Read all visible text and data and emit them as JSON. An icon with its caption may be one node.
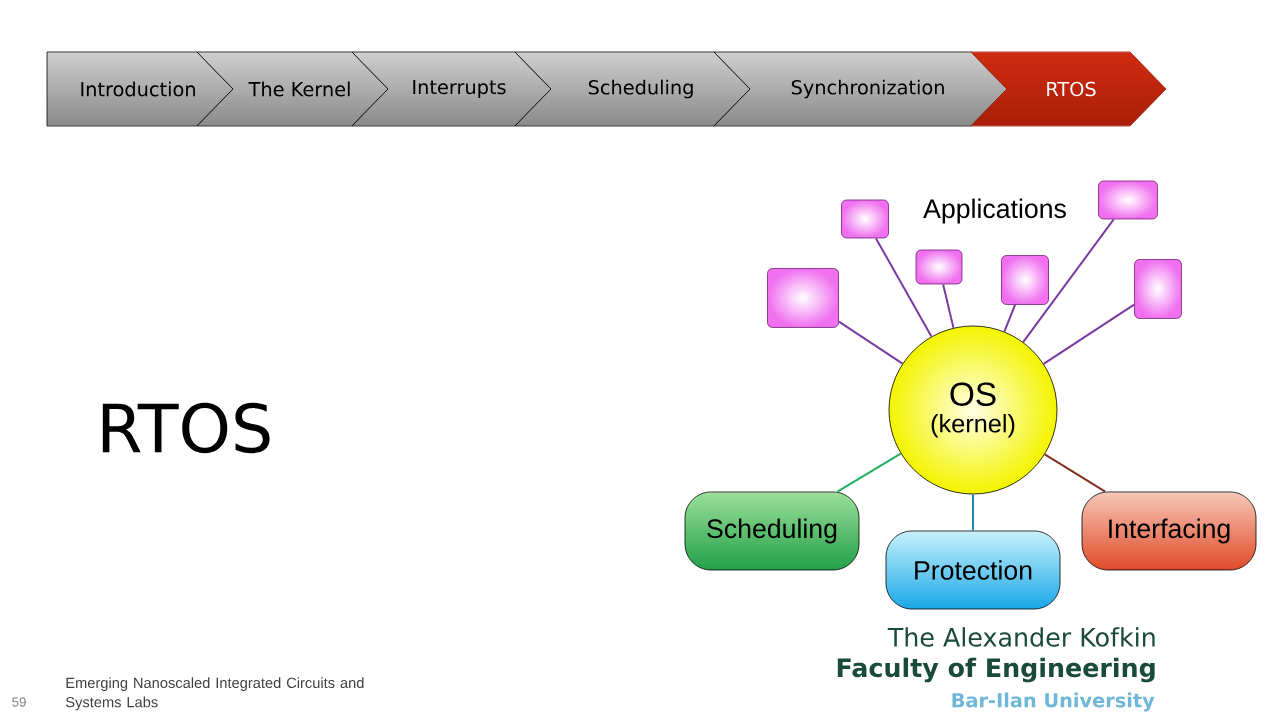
{
  "diagram": {
    "title": "RTOS",
    "nodes": [
      {
        "text": [
          "Introduction"
        ]
      },
      {
        "text": [
          "The Kernel"
        ]
      },
      {
        "text": [
          "Interrupts"
        ]
      },
      {
        "text": [
          "Scheduling"
        ]
      },
      {
        "text": [
          "Synchronization"
        ]
      },
      {
        "text": [
          "RTOS"
        ]
      },
      {
        "text": [
          "OS",
          "(kernel)"
        ]
      },
      {
        "text": [],
        "shape": "box"
      },
      {
        "text": [],
        "shape": "box"
      },
      {
        "text": [],
        "shape": "box"
      },
      {
        "text": [],
        "shape": "box"
      },
      {
        "text": [],
        "shape": "box"
      },
      {
        "text": [],
        "shape": "box"
      },
      {
        "text": [
          "Scheduling"
        ]
      },
      {
        "text": [
          "Protection"
        ]
      },
      {
        "text": [
          "Interfacing"
        ]
      }
    ],
    "edges": [
      {
        "from": 6,
        "to": 7,
        "arrow": "none"
      },
      {
        "from": 6,
        "to": 8,
        "arrow": "none"
      },
      {
        "from": 6,
        "to": 9,
        "arrow": "none"
      },
      {
        "from": 6,
        "to": 10,
        "arrow": "none"
      },
      {
        "from": 6,
        "to": 11,
        "arrow": "none"
      },
      {
        "from": 6,
        "to": 12,
        "arrow": "none"
      },
      {
        "from": 6,
        "to": 13,
        "arrow": "none",
        "color": "#20b060"
      },
      {
        "from": 6,
        "to": 14,
        "arrow": "none",
        "color": "#2088b0"
      },
      {
        "from": 6,
        "to": 15,
        "arrow": "none",
        "color": "#803020"
      }
    ],
    "labels": [
      "Applications",
      "Emerging Nanoscaled Integrated Circuits and Systems Labs",
      "59",
      "The Alexander Kofkin",
      "Faculty of Engineering",
      "Bar-Ilan University"
    ]
  }
}
